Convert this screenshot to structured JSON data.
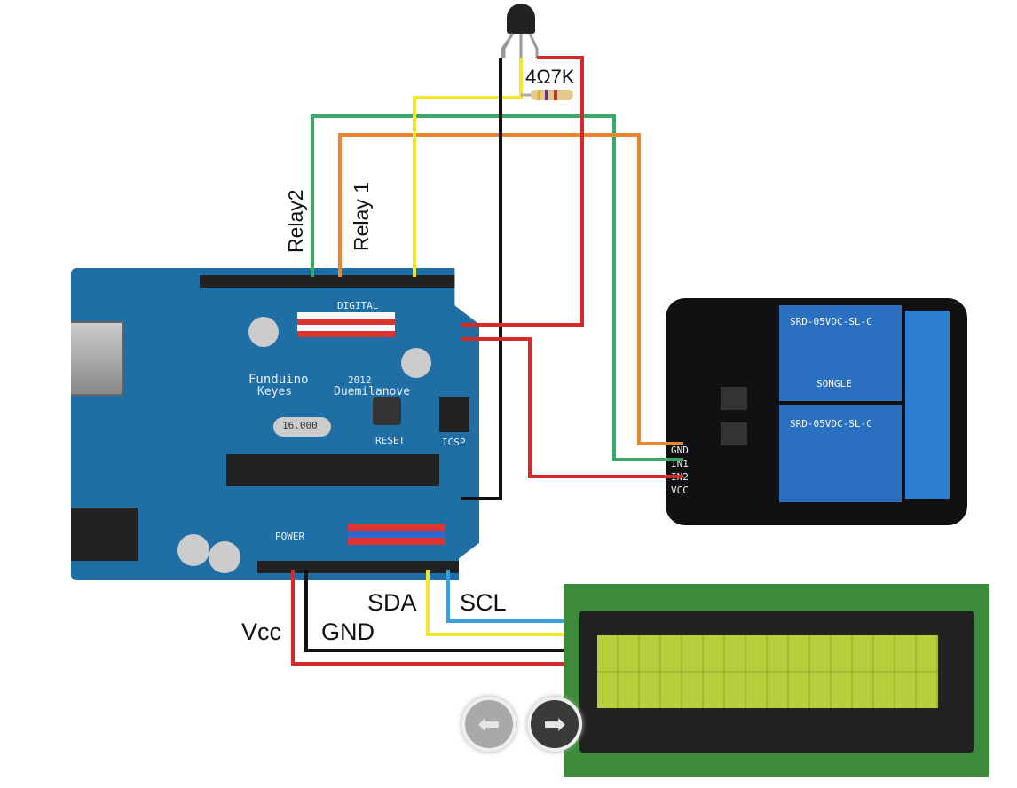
{
  "labels": {
    "relay2": "Relay2",
    "relay1": "Relay 1",
    "resistor": "4Ω7K",
    "sda": "SDA",
    "scl": "SCL",
    "vcc": "Vcc",
    "gnd": "GND"
  },
  "board": {
    "brand": "Funduino",
    "model": "Duemilanove",
    "year": "2012",
    "maker": "Keyes",
    "digital": "DIGITAL",
    "power": "POWER",
    "reset": "RESET",
    "icsp": "ICSP",
    "crystal": "16.000"
  },
  "relay_module": {
    "relay_text": "SRD-05VDC-SL-C",
    "brand": "SONGLE",
    "pins": [
      "GND",
      "IN1",
      "IN2",
      "VCC"
    ]
  },
  "nav": {
    "prev_icon": "arrow-left-icon",
    "next_icon": "arrow-right-icon"
  },
  "colors": {
    "board": "#1f6ea6",
    "relay_board": "#111111",
    "relay": "#2a6fc0",
    "lcd_pcb": "#3d8a3a",
    "lcd_screen": "#b7cf3c",
    "wire_red": "#d42a2a",
    "wire_black": "#111111",
    "wire_yellow": "#f4e531",
    "wire_green": "#3aa865",
    "wire_orange": "#e8872f",
    "wire_blue": "#3aa0dc"
  }
}
